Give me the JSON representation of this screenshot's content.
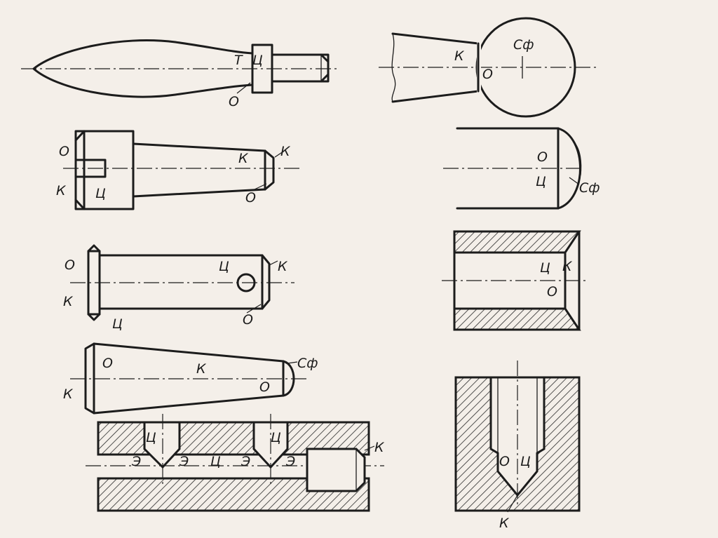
{
  "labels": {
    "t": "Т",
    "ts": "Ц",
    "o": "О",
    "k": "К",
    "sf": "Сф",
    "e": "Э"
  }
}
